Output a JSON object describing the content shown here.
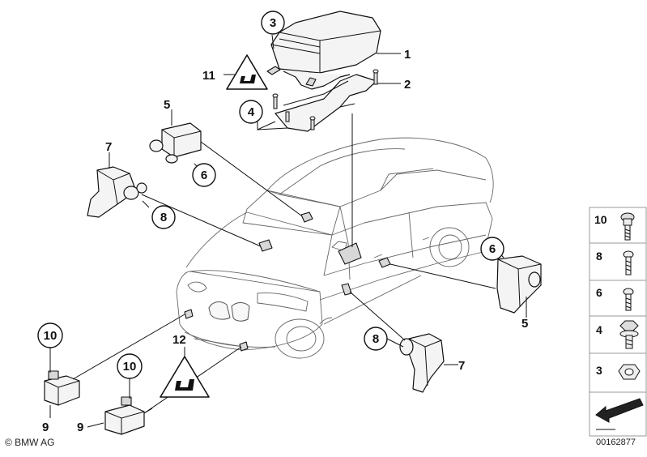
{
  "diagram": {
    "callouts": {
      "c1": "1",
      "c2": "2",
      "c3": "3",
      "c4": "4",
      "c5a": "5",
      "c5b": "5",
      "c6a": "6",
      "c6b": "6",
      "c7a": "7",
      "c7b": "7",
      "c8a": "8",
      "c8b": "8",
      "c9a": "9",
      "c9b": "9",
      "c10a": "10",
      "c10b": "10",
      "c11": "11",
      "c12": "12"
    }
  },
  "legend": {
    "items": [
      "10",
      "8",
      "6",
      "4",
      "3"
    ]
  },
  "footer": {
    "copyright": "© BMW AG",
    "diagram_id": "00162877"
  }
}
